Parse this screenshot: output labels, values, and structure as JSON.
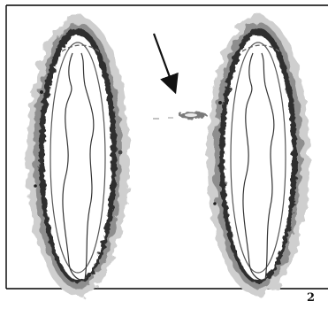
{
  "panel_label": "2",
  "colors": {
    "border": "#000000",
    "halo_outer": "#c9c9c9",
    "halo_mid": "#8f8f8f",
    "halo_dark": "#2e2e2e",
    "inner_body": "#ffffff",
    "silhouette_stroke": "#333333",
    "spark": "#6f6f6f"
  },
  "figures": [
    {
      "name": "left-figure"
    },
    {
      "name": "right-figure"
    }
  ]
}
